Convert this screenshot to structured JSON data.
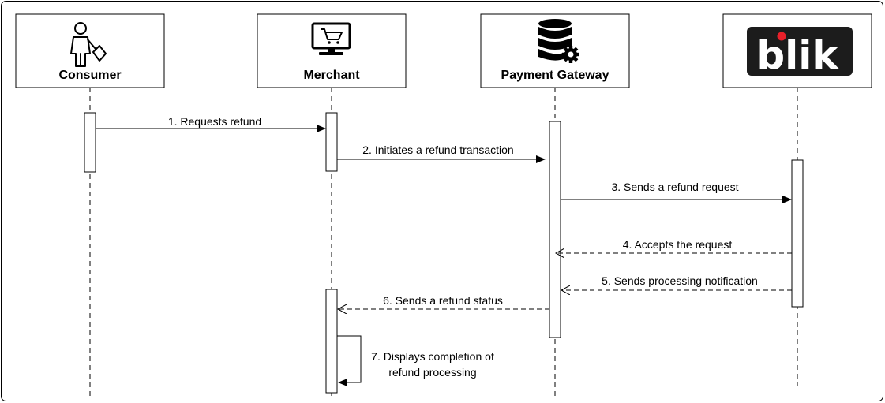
{
  "participants": [
    {
      "name": "Consumer",
      "icon": "consumer-shopper-icon"
    },
    {
      "name": "Merchant",
      "icon": "merchant-monitor-cart-icon"
    },
    {
      "name": "Payment Gateway",
      "icon": "payment-gateway-database-gear-icon"
    },
    {
      "name": "blik",
      "icon": "blik-logo"
    }
  ],
  "messages": [
    {
      "number": 1,
      "label": "1. Requests refund",
      "from": "Consumer",
      "to": "Merchant",
      "style": "solid"
    },
    {
      "number": 2,
      "label": "2. Initiates a refund transaction",
      "from": "Merchant",
      "to": "Payment Gateway",
      "style": "solid"
    },
    {
      "number": 3,
      "label": "3. Sends a refund request",
      "from": "Payment Gateway",
      "to": "blik",
      "style": "solid"
    },
    {
      "number": 4,
      "label": "4. Accepts the request",
      "from": "blik",
      "to": "Payment Gateway",
      "style": "dashed"
    },
    {
      "number": 5,
      "label": "5. Sends processing notification",
      "from": "blik",
      "to": "Payment Gateway",
      "style": "dashed"
    },
    {
      "number": 6,
      "label": "6. Sends a refund status",
      "from": "Payment Gateway",
      "to": "Merchant",
      "style": "dashed"
    },
    {
      "number": 7,
      "label_lines": [
        "7. Displays completion of",
        "refund processing"
      ],
      "from": "Merchant",
      "to": "Merchant",
      "style": "solid"
    }
  ],
  "colors": {
    "line": "#000000",
    "frame": "#000000",
    "blik_background": "#1c1c1c",
    "blik_dot": "#e8202a",
    "blik_text": "#ffffff"
  }
}
